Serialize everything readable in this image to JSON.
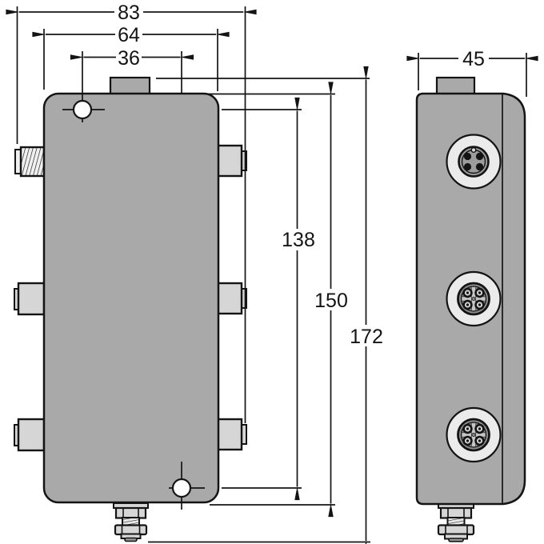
{
  "drawing": {
    "type": "technical-dimensional-drawing",
    "views": {
      "front": "front-view",
      "side": "side-view"
    },
    "dimensions": {
      "overall_width": "83",
      "body_width": "64",
      "hole_offset": "36",
      "depth": "45",
      "hole_spacing": "138",
      "body_height": "150",
      "overall_height": "172"
    },
    "colors": {
      "background": "#ffffff",
      "line": "#141414",
      "housing": "#a9a9a9",
      "connector_light": "#d6d6d6",
      "socket_ring": "#ebebeb",
      "socket_inner": "#8f8f8f"
    }
  }
}
